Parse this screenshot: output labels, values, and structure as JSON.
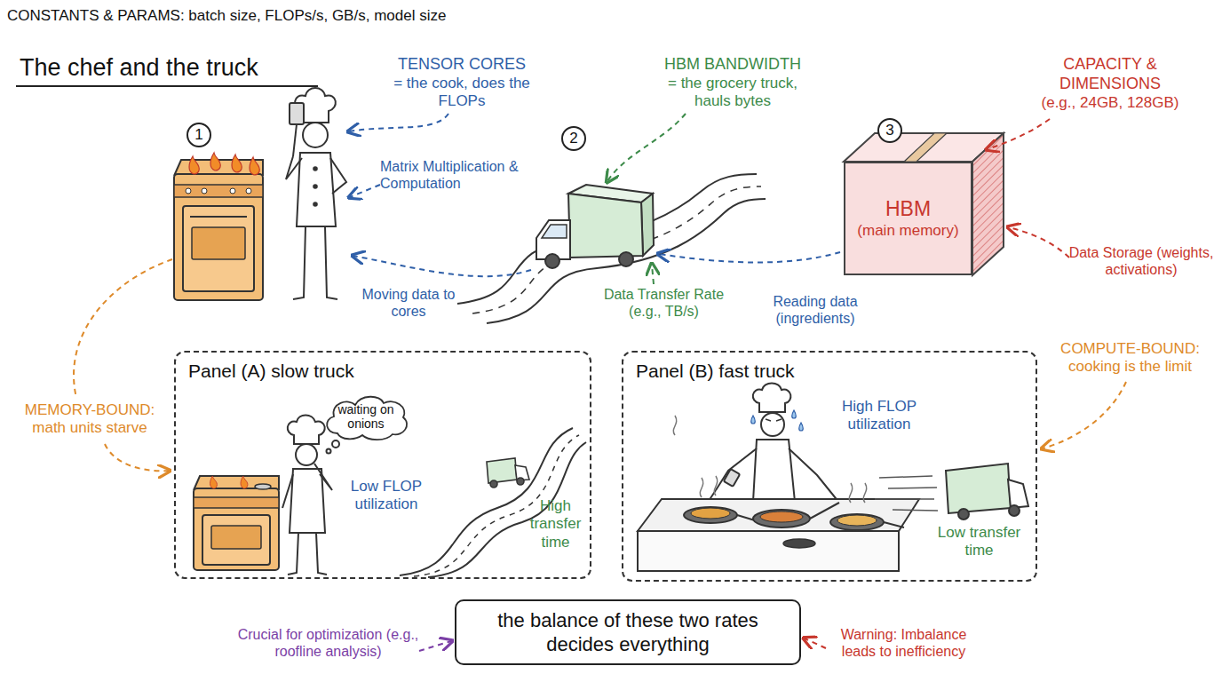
{
  "diagram": {
    "title": "The chef and the truck",
    "nodes": [
      {
        "text": [
          "1"
        ]
      },
      {
        "text": [
          "2"
        ]
      },
      {
        "text": [
          "3"
        ]
      },
      {
        "text": [
          "HBM",
          "(main memory)"
        ]
      },
      {
        "text": [
          "Panel (A) slow truck"
        ]
      },
      {
        "text": [
          "waiting on onions"
        ],
        "in": 4
      },
      {
        "text": [
          "Panel (B) fast truck"
        ]
      },
      {
        "text": [
          "the balance of these two rates decides everything"
        ]
      }
    ],
    "labels": [
      "CONSTANTS & PARAMS: batch size, FLOPs/s, GB/s, model size",
      "TENSOR CORES",
      "= the cook, does the FLOPs",
      "Matrix Multiplication & Computation",
      "HBM BANDWIDTH",
      "= the grocery truck, hauls bytes",
      "CAPACITY & DIMENSIONS",
      "(e.g., 24GB, 128GB)",
      "Data Storage (weights, activations)",
      "Moving data to cores",
      "Data Transfer Rate (e.g., TB/s)",
      "Reading data (ingredients)",
      "MEMORY-BOUND: math units starve",
      "COMPUTE-BOUND: cooking is the limit",
      "Low FLOP utilization",
      "High transfer time",
      "High FLOP utilization",
      "Low transfer time",
      "Crucial for optimization (e.g., roofline analysis)",
      "Warning: Imbalance leads to inefficiency"
    ]
  }
}
